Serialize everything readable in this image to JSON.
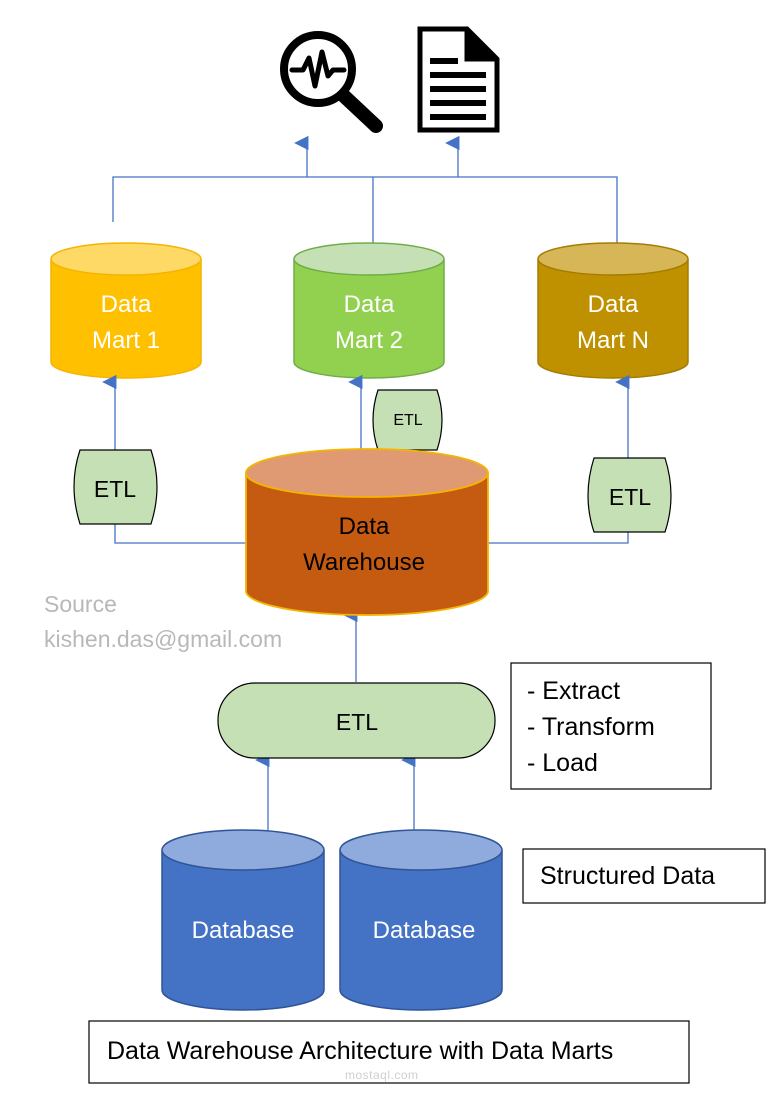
{
  "icons": {
    "analytics": "analytics-magnifier-icon",
    "report": "report-document-icon"
  },
  "data_marts": [
    {
      "line1": "Data",
      "line2": "Mart 1",
      "color": "#FFC000"
    },
    {
      "line1": "Data",
      "line2": "Mart 2",
      "color": "#92D050"
    },
    {
      "line1": "Data",
      "line2": "Mart N",
      "color": "#BF9000"
    }
  ],
  "etl_labels": {
    "mart1": "ETL",
    "mart2": "ETL",
    "martN": "ETL",
    "main": "ETL"
  },
  "warehouse": {
    "line1": "Data",
    "line2": "Warehouse",
    "color": "#C55A11"
  },
  "source": {
    "line1": "Source",
    "line2": "kishen.das@gmail.com"
  },
  "etl_steps": [
    "- Extract",
    "- Transform",
    "- Load"
  ],
  "databases": [
    "Database",
    "Database"
  ],
  "database_color": "#4472C4",
  "structured_label": "Structured Data",
  "caption": "Data Warehouse Architecture with Data Marts",
  "watermark": "mostaql.com",
  "colors": {
    "etl_fill": "#C5E0B4",
    "connector": "#4472C4"
  }
}
